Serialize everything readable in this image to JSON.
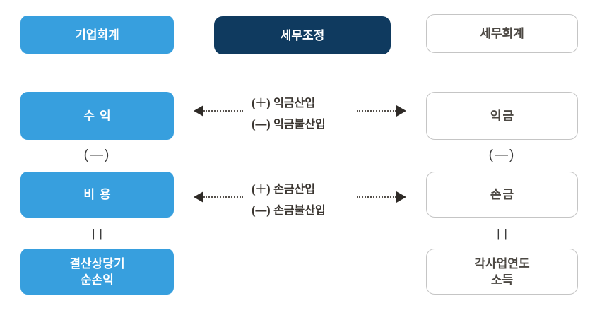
{
  "colors": {
    "light_blue": "#379FDE",
    "dark_navy": "#0F3A5F",
    "box_border": "#C5C5C5"
  },
  "columns": {
    "left": {
      "header": "기업회계",
      "box_revenue": "수익",
      "operator_minus": "(—)",
      "box_expense": "비용",
      "operator_equals": "||",
      "box_result_line1": "결산상당기",
      "box_result_line2": "순손익"
    },
    "middle": {
      "header": "세무조정",
      "adjustment1_line1": "(＋) 익금산입",
      "adjustment1_line2": "(—) 익금불산입",
      "adjustment2_line1": "(＋) 손금산입",
      "adjustment2_line2": "(—) 손금불산입"
    },
    "right": {
      "header": "세무회계",
      "box_gross_income": "익금",
      "operator_minus": "(—)",
      "box_deductions": "손금",
      "operator_equals": "||",
      "box_result_line1": "각사업연도",
      "box_result_line2": "소득"
    }
  }
}
